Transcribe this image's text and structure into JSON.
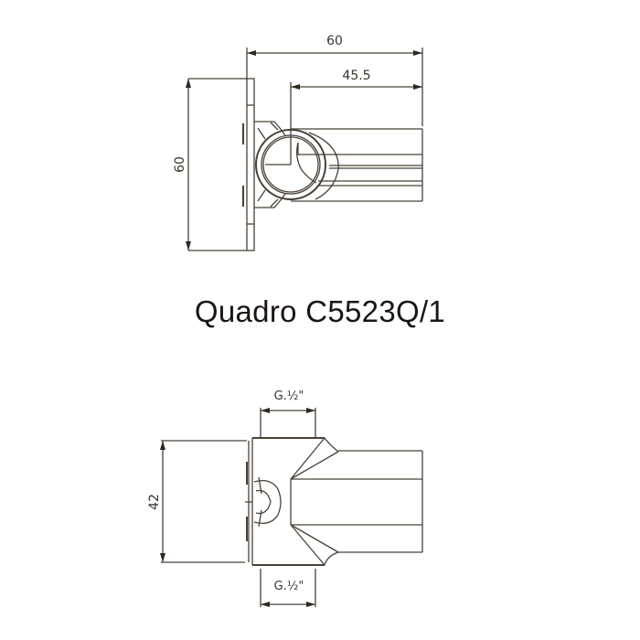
{
  "title": "Quadro C5523Q/1",
  "colors": {
    "line": "#4a4038",
    "text": "#1a1512",
    "background": "#ffffff"
  },
  "top_view": {
    "dim_overall_width": "60",
    "dim_body_width": "45.5",
    "dim_height": "60"
  },
  "bottom_view": {
    "dim_thread_top": "G.½\"",
    "dim_height": "42",
    "dim_thread_bottom": "G.½\""
  }
}
